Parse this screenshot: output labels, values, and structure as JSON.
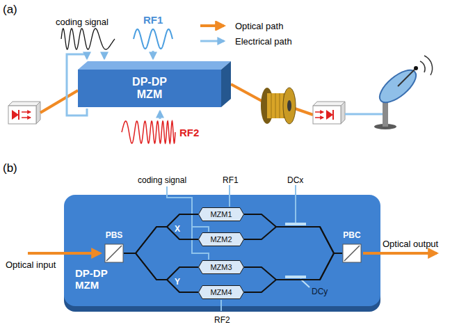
{
  "diagram": {
    "nodes": [
      {
        "text": [
          "DP-DP MZM"
        ]
      },
      {
        "text": [
          "DP-DP MZM"
        ]
      },
      {
        "text": [
          "PBS"
        ],
        "in": 1
      },
      {
        "text": [
          "MZM1"
        ],
        "in": 1
      },
      {
        "text": [
          "MZM2"
        ],
        "in": 1
      },
      {
        "text": [
          "MZM3"
        ],
        "in": 1
      },
      {
        "text": [
          "MZM4"
        ],
        "in": 1
      },
      {
        "text": [
          "PBC"
        ],
        "in": 1
      }
    ],
    "edges": [
      {
        "from": 2,
        "to": 3,
        "arrow": "none"
      },
      {
        "from": 2,
        "to": 4,
        "arrow": "none"
      },
      {
        "from": 2,
        "to": 5,
        "arrow": "none"
      },
      {
        "from": 2,
        "to": 6,
        "arrow": "none"
      },
      {
        "from": 3,
        "to": 7,
        "arrow": "none"
      },
      {
        "from": 4,
        "to": 7,
        "arrow": "none"
      },
      {
        "from": 5,
        "to": 7,
        "arrow": "none"
      },
      {
        "from": 6,
        "to": 7,
        "arrow": "none"
      }
    ],
    "labels": [
      "(a)",
      "coding signal",
      "RF1",
      "RF2",
      "(b)",
      "coding signal",
      "RF1",
      "DCx",
      "X",
      "Y",
      "RF2",
      "DCy",
      "Optical input",
      "Optical output"
    ],
    "legend": [
      {
        "text": "Optical path"
      },
      {
        "text": "Electrical path"
      }
    ]
  }
}
